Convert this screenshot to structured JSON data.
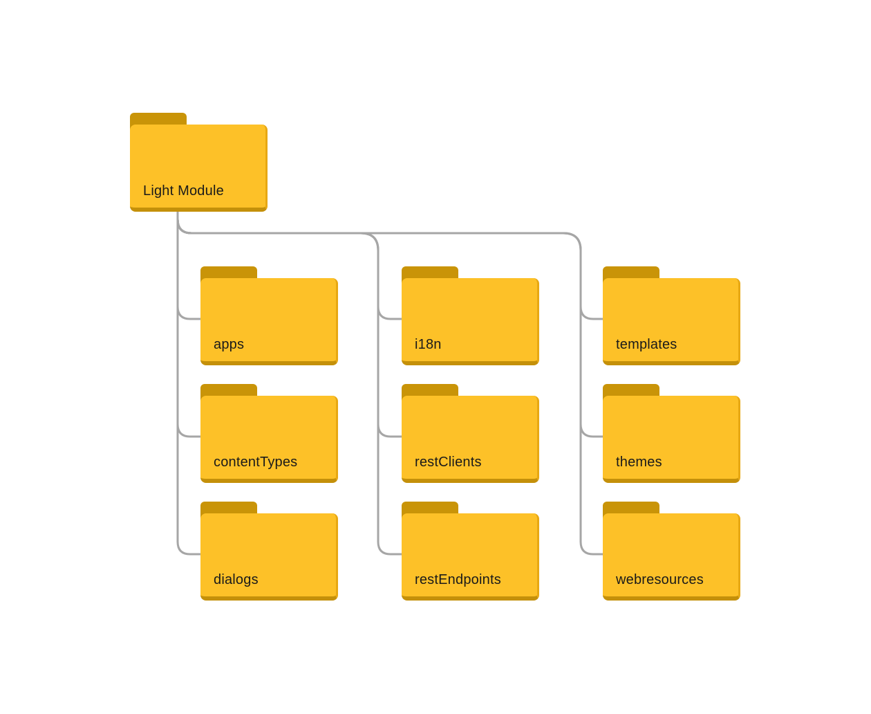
{
  "diagram": {
    "root": {
      "label": "Light Module"
    },
    "children": [
      {
        "label": "apps"
      },
      {
        "label": "contentTypes"
      },
      {
        "label": "dialogs"
      },
      {
        "label": "i18n"
      },
      {
        "label": "restClients"
      },
      {
        "label": "restEndpoints"
      },
      {
        "label": "templates"
      },
      {
        "label": "themes"
      },
      {
        "label": "webresources"
      }
    ]
  },
  "colors": {
    "bg": "#FFFFFF",
    "folder_body": "#FDC128",
    "folder_tab": "#C99408",
    "folder_edge_right": "#E7A813",
    "folder_shadow": "#C4900A",
    "connector": "#A6A6A6",
    "label_text": "#1A1A1A"
  }
}
